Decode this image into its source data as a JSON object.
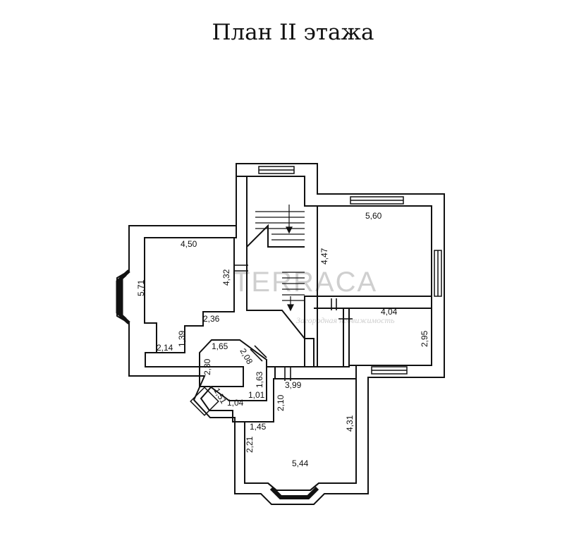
{
  "title": "План II этажа",
  "watermark": {
    "text": "TERRACA",
    "subtext": "Загородная недвижимость"
  },
  "dimensions": {
    "west_room_top": "4,50",
    "west_room_left": "5,71",
    "west_room_right": "4,32",
    "west_room_inner": "2,36",
    "west_room_bottom": "2,14",
    "west_room_notch": "1,39",
    "ne_room_top": "5,60",
    "ne_room_left": "4,47",
    "e_room_top": "4,04",
    "e_room_right": "2,95",
    "bath_top": "1,65",
    "bath_diag": "2,08",
    "bath_left": "2,30",
    "bath_right": "1,63",
    "bath_bottom_left": "1,51",
    "bath_bottom": "1,04",
    "bath_right_low": "1,01",
    "south_room_top": "3,99",
    "south_room_inner": "2,10",
    "south_room_notch": "1,45",
    "south_room_left": "2,21",
    "south_room_right": "4,31",
    "south_room_bottom": "5,44"
  }
}
